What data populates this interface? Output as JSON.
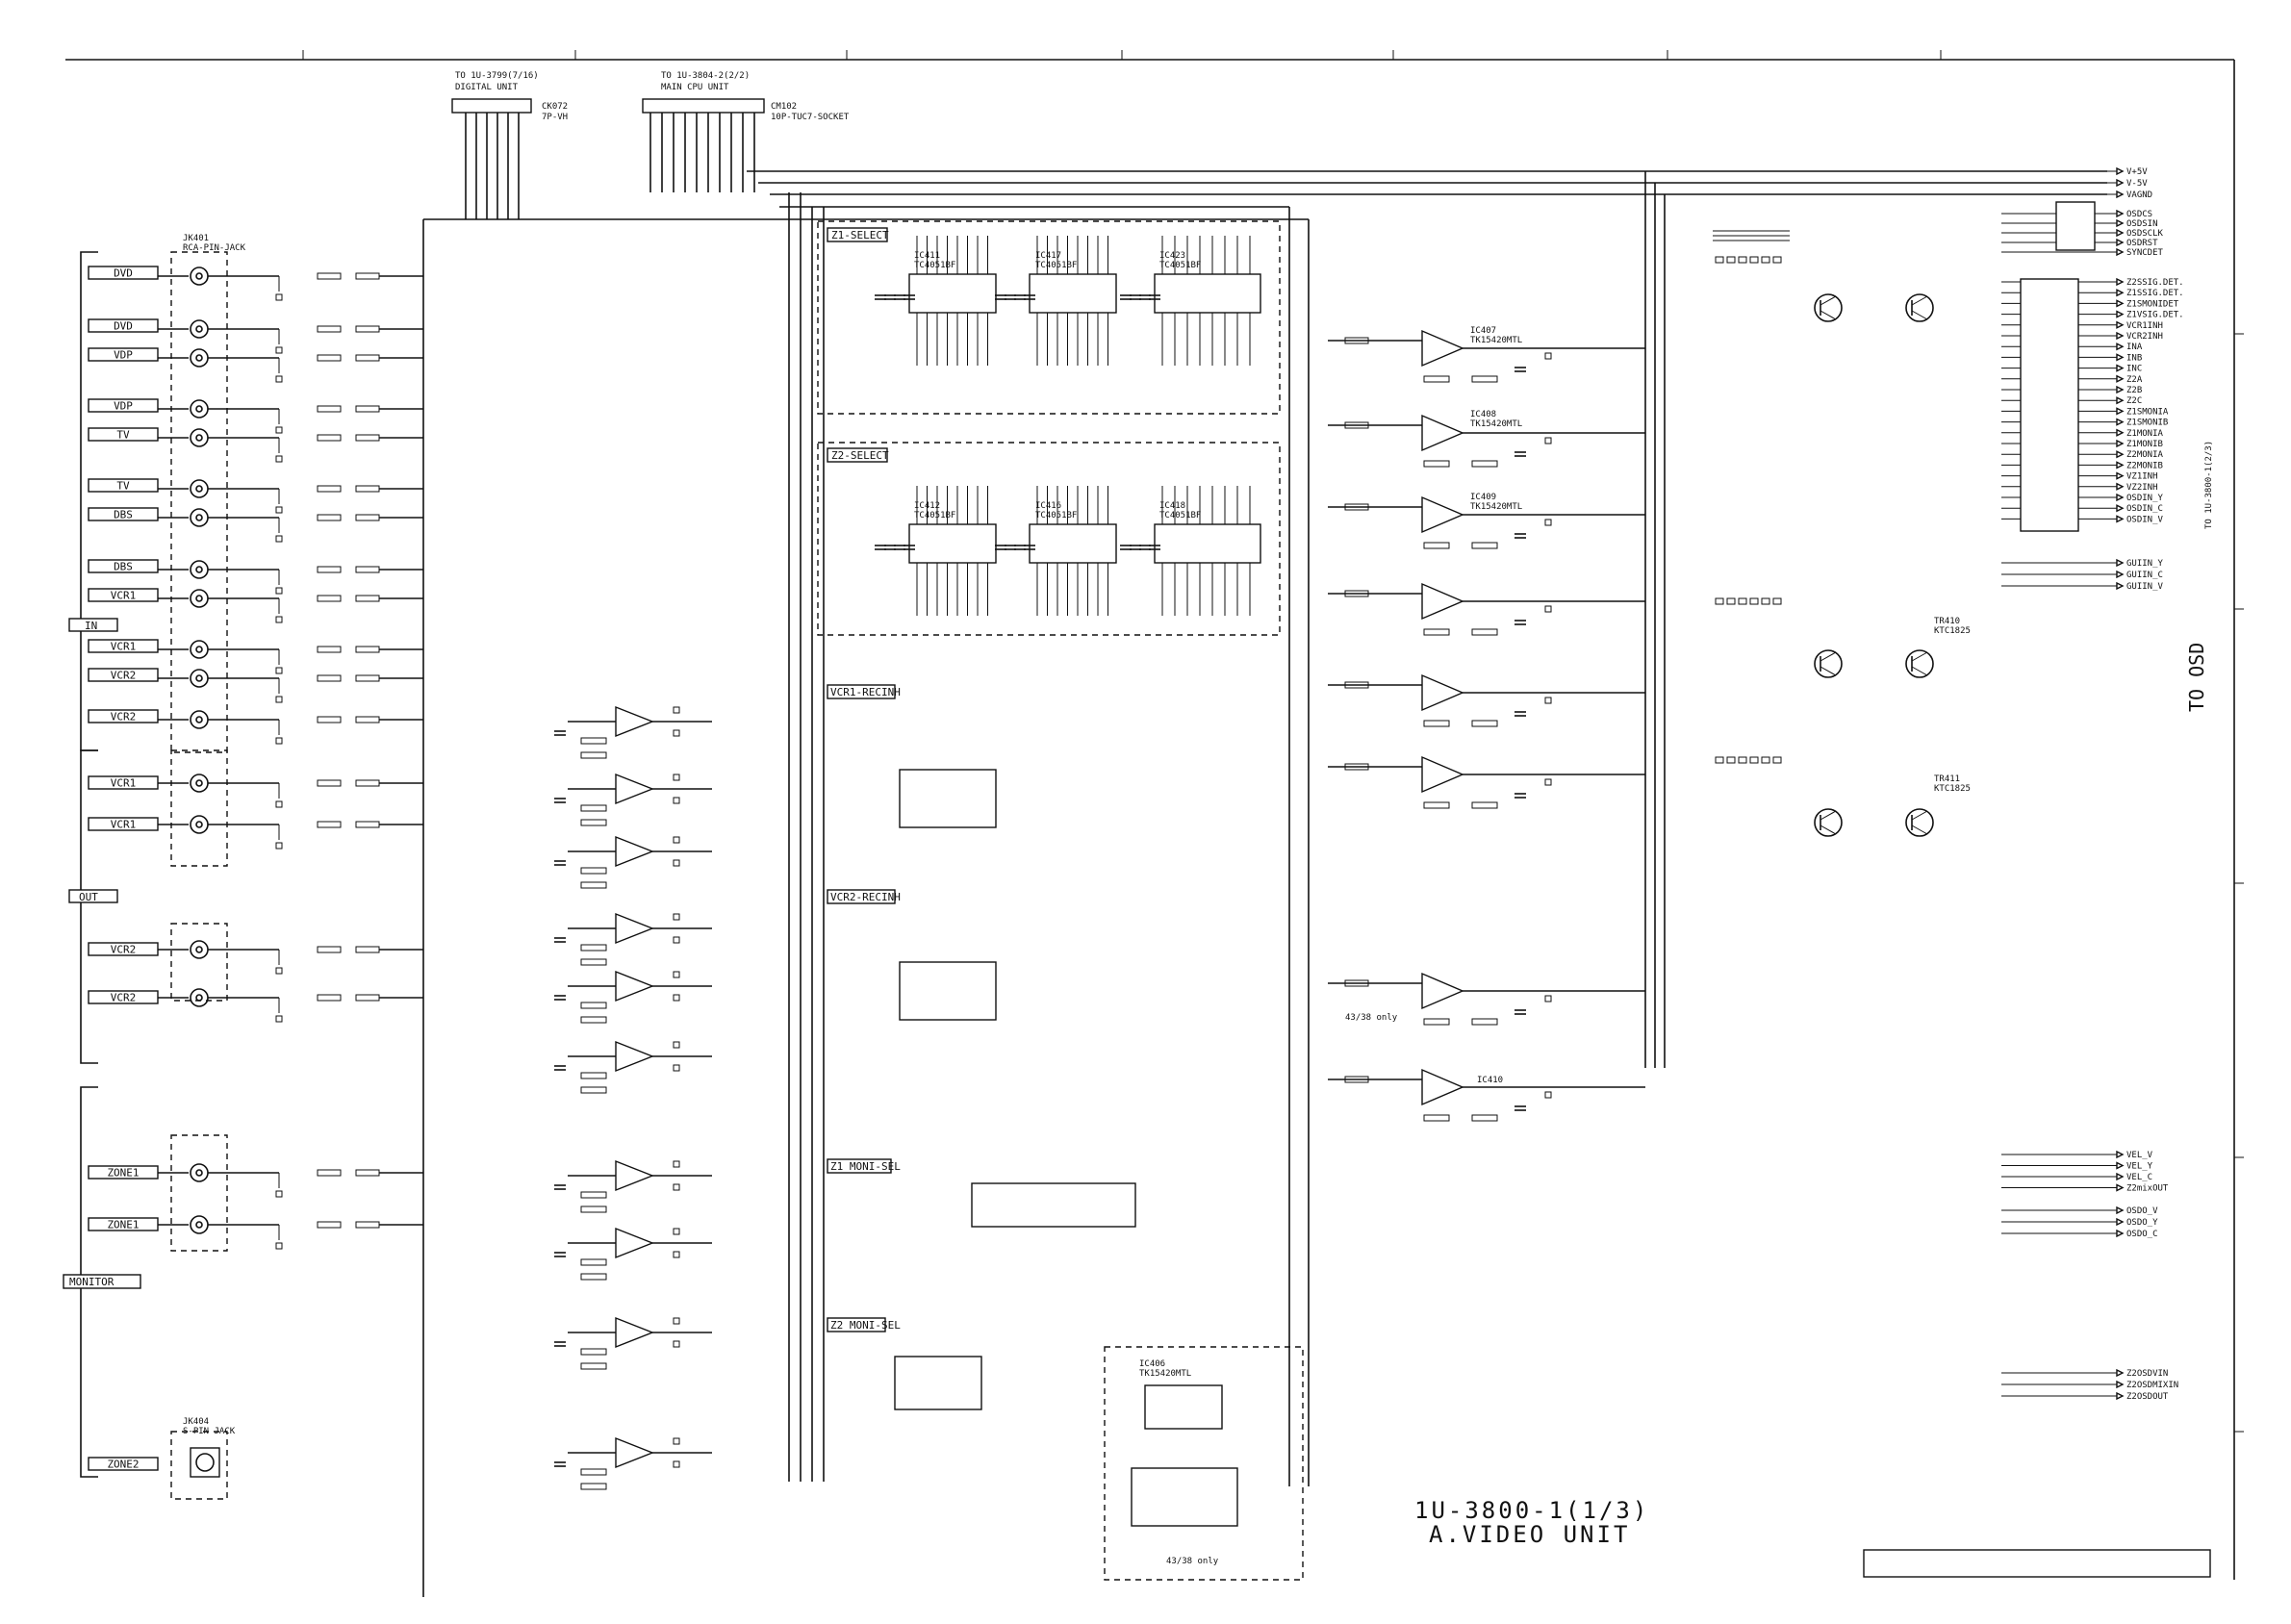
{
  "connectors": {
    "top_left_lines": [
      "TO 1U-3799(7/16)",
      "DIGITAL UNIT"
    ],
    "top_left_ref": [
      "CK072",
      "7P-VH"
    ],
    "top_mid_lines": [
      "TO 1U-3804-2(2/2)",
      "MAIN CPU UNIT"
    ],
    "top_mid_ref": [
      "CM102",
      "10P-TUC7-SOCKET"
    ],
    "right_side": "TO OSD",
    "right_side_small": "TO 1U-3800-1(2/3)"
  },
  "input_labels": [
    "DVD",
    "DVD",
    "VDP",
    "VDP",
    "TV",
    "TV",
    "DBS",
    "DBS",
    "VCR1",
    "VCR1",
    "VCR2",
    "VCR2"
  ],
  "vcr1_out": [
    "VCR1",
    "VCR1"
  ],
  "vcr2_out": [
    "VCR2",
    "VCR2"
  ],
  "zone1": [
    "ZONE1",
    "ZONE1"
  ],
  "zone2": "ZONE2",
  "group_in": "IN",
  "group_out": "OUT",
  "group_monitor": "MONITOR",
  "jacks": {
    "jk401": [
      "JK401",
      "RCA-PIN-JACK"
    ],
    "jk404": [
      "JK404",
      "S-PIN JACK"
    ]
  },
  "selectors": {
    "z1": "Z1-SELECT",
    "z2": "Z2-SELECT",
    "vcr1": "VCR1-RECINH",
    "vcr2": "VCR2-RECINH",
    "z1mon": "Z1 MONI-SEL",
    "z2mon": "Z2 MONI-SEL"
  },
  "ics": {
    "ic411": [
      "IC411",
      "TC4051BF"
    ],
    "ic417": [
      "IC417",
      "TC4051BF"
    ],
    "ic423": [
      "IC423",
      "TC4051BF"
    ],
    "ic412": [
      "IC412",
      "TC4051BF"
    ],
    "ic416": [
      "IC416",
      "TC4051BF"
    ],
    "ic418": [
      "IC418",
      "TC4051BF"
    ],
    "ic407": [
      "IC407",
      "TK15420MTL"
    ],
    "ic408": [
      "IC408",
      "TK15420MTL"
    ],
    "ic409": [
      "IC409",
      "TK15420MTL"
    ],
    "ic406": [
      "IC406",
      "TK15420MTL"
    ],
    "ic410": "IC410"
  },
  "right_signals_top": [
    "V+5V",
    "V-5V",
    "VAGND"
  ],
  "right_signals_osd": [
    "OSDCS",
    "OSDSIN",
    "OSDSCLK",
    "OSDRST",
    "SYNCDET"
  ],
  "right_signals_list": [
    "Z2SSIG.DET.",
    "Z1SSIG.DET.",
    "Z1SMONIDET",
    "Z1VSIG.DET.",
    "VCR1INH",
    "VCR2INH",
    "INA",
    "INB",
    "INC",
    "Z2A",
    "Z2B",
    "Z2C",
    "Z1SMONIA",
    "Z1SMONIB",
    "Z1MONIA",
    "Z1MONIB",
    "Z2MONIA",
    "Z2MONIB",
    "VZ1INH",
    "VZ2INH",
    "OSDIN_Y",
    "OSDIN_C",
    "OSDIN_V"
  ],
  "right_signals_gui": [
    "GUIIN_Y",
    "GUIIN_C",
    "GUIIN_V"
  ],
  "right_signals_vel": [
    "VEL_V",
    "VEL_Y",
    "VEL_C",
    "Z2mixOUT"
  ],
  "right_signals_osdo": [
    "OSDO_V",
    "OSDO_Y",
    "OSDO_C"
  ],
  "right_signals_z2": [
    "Z2OSDVIN",
    "Z2OSDMIXIN",
    "Z2OSDOUT"
  ],
  "transistors": [
    "TR410",
    "KTC1825",
    "TR411",
    "KTC1825"
  ],
  "notes": [
    "43/38 only",
    "43/38 only"
  ],
  "title": [
    "1U-3800-1(1/3)",
    "A.VIDEO UNIT"
  ],
  "colors": {
    "ink": "#111111",
    "paper": "#ffffff"
  }
}
